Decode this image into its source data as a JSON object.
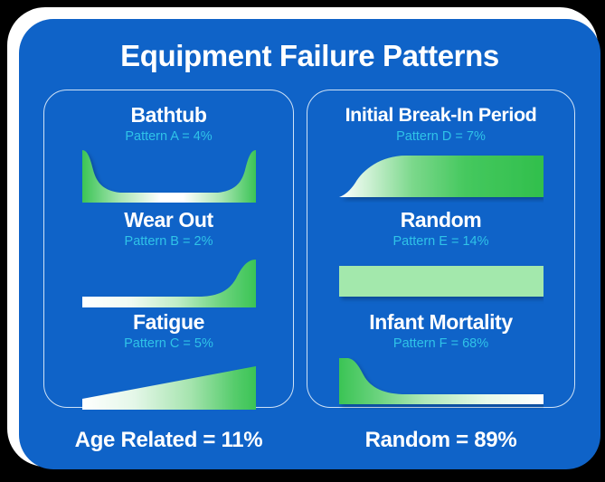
{
  "header": {
    "title": "Equipment Failure Patterns"
  },
  "colors": {
    "card_background": "#0F63C8",
    "card_border": "#FFFFFF",
    "panel_border": "#CFE2F6",
    "title_text": "#FFFFFF",
    "subtitle_text": "#2FC3E8",
    "curve_green": "#3BC455",
    "curve_fade": "#FFFFFF",
    "flat_green": "#A3E8AC",
    "page_background": "#000000"
  },
  "left_panel": {
    "patterns": [
      {
        "name": "Bathtub",
        "subtitle": "Pattern A = 4%",
        "letter": "A",
        "percent": 4,
        "shape": "bathtub"
      },
      {
        "name": "Wear Out",
        "subtitle": "Pattern B = 2%",
        "letter": "B",
        "percent": 2,
        "shape": "increasing-exponential"
      },
      {
        "name": "Fatigue",
        "subtitle": "Pattern C = 5%",
        "letter": "C",
        "percent": 5,
        "shape": "linear-ramp"
      }
    ],
    "footer": "Age Related = 11%"
  },
  "right_panel": {
    "patterns": [
      {
        "name": "Initial Break-In Period",
        "subtitle": "Pattern D = 7%",
        "letter": "D",
        "percent": 7,
        "shape": "rise-then-plateau"
      },
      {
        "name": "Random",
        "subtitle": "Pattern E = 14%",
        "letter": "E",
        "percent": 14,
        "shape": "constant"
      },
      {
        "name": "Infant Mortality",
        "subtitle": "Pattern F = 68%",
        "letter": "F",
        "percent": 68,
        "shape": "decreasing-exponential"
      }
    ],
    "footer": "Random = 89%"
  },
  "chart_data": {
    "type": "bar",
    "title": "Equipment Failure Patterns",
    "xlabel": "",
    "ylabel": "",
    "categories": [
      "Pattern A - Bathtub",
      "Pattern B - Wear Out",
      "Pattern C - Fatigue",
      "Pattern D - Initial Break-In Period",
      "Pattern E - Random",
      "Pattern F - Infant Mortality"
    ],
    "values": [
      4,
      2,
      5,
      7,
      14,
      68
    ],
    "ylim": [
      0,
      100
    ],
    "grid": false,
    "legend": "none",
    "annotations": [
      "Age Related = 11%",
      "Random = 89%"
    ],
    "groups": [
      {
        "name": "Age Related",
        "total": 11,
        "categories": [
          "Pattern A - Bathtub",
          "Pattern B - Wear Out",
          "Pattern C - Fatigue"
        ],
        "values": [
          4,
          2,
          5
        ]
      },
      {
        "name": "Random",
        "total": 89,
        "categories": [
          "Pattern D - Initial Break-In Period",
          "Pattern E - Random",
          "Pattern F - Infant Mortality"
        ],
        "values": [
          7,
          14,
          68
        ]
      }
    ]
  }
}
